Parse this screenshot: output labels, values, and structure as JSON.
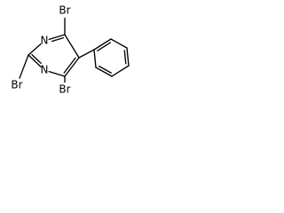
{
  "molecule": {
    "atoms": {
      "n1": {
        "symbol": "N"
      },
      "n3": {
        "symbol": "N"
      },
      "br2": {
        "symbol": "Br"
      },
      "br4": {
        "symbol": "Br"
      },
      "br6": {
        "symbol": "Br"
      }
    },
    "bonds": [
      {
        "from": "c2",
        "to": "n1",
        "order": 1
      },
      {
        "from": "c2",
        "to": "n3",
        "order": 2
      },
      {
        "from": "n3",
        "to": "c4",
        "order": 1
      },
      {
        "from": "c4",
        "to": "c5",
        "order": 2
      },
      {
        "from": "c5",
        "to": "c6",
        "order": 1
      },
      {
        "from": "c6",
        "to": "n1",
        "order": 2
      },
      {
        "from": "c2",
        "to": "br2",
        "order": 1
      },
      {
        "from": "c4",
        "to": "br4",
        "order": 1
      },
      {
        "from": "c6",
        "to": "br6",
        "order": 1
      },
      {
        "from": "c5",
        "to": "p1",
        "order": 1
      },
      {
        "from": "p1",
        "to": "p2",
        "order": 2
      },
      {
        "from": "p2",
        "to": "p3",
        "order": 1
      },
      {
        "from": "p3",
        "to": "p4",
        "order": 2
      },
      {
        "from": "p4",
        "to": "p5",
        "order": 1
      },
      {
        "from": "p5",
        "to": "p6",
        "order": 2
      },
      {
        "from": "p6",
        "to": "p1",
        "order": 1
      }
    ]
  }
}
